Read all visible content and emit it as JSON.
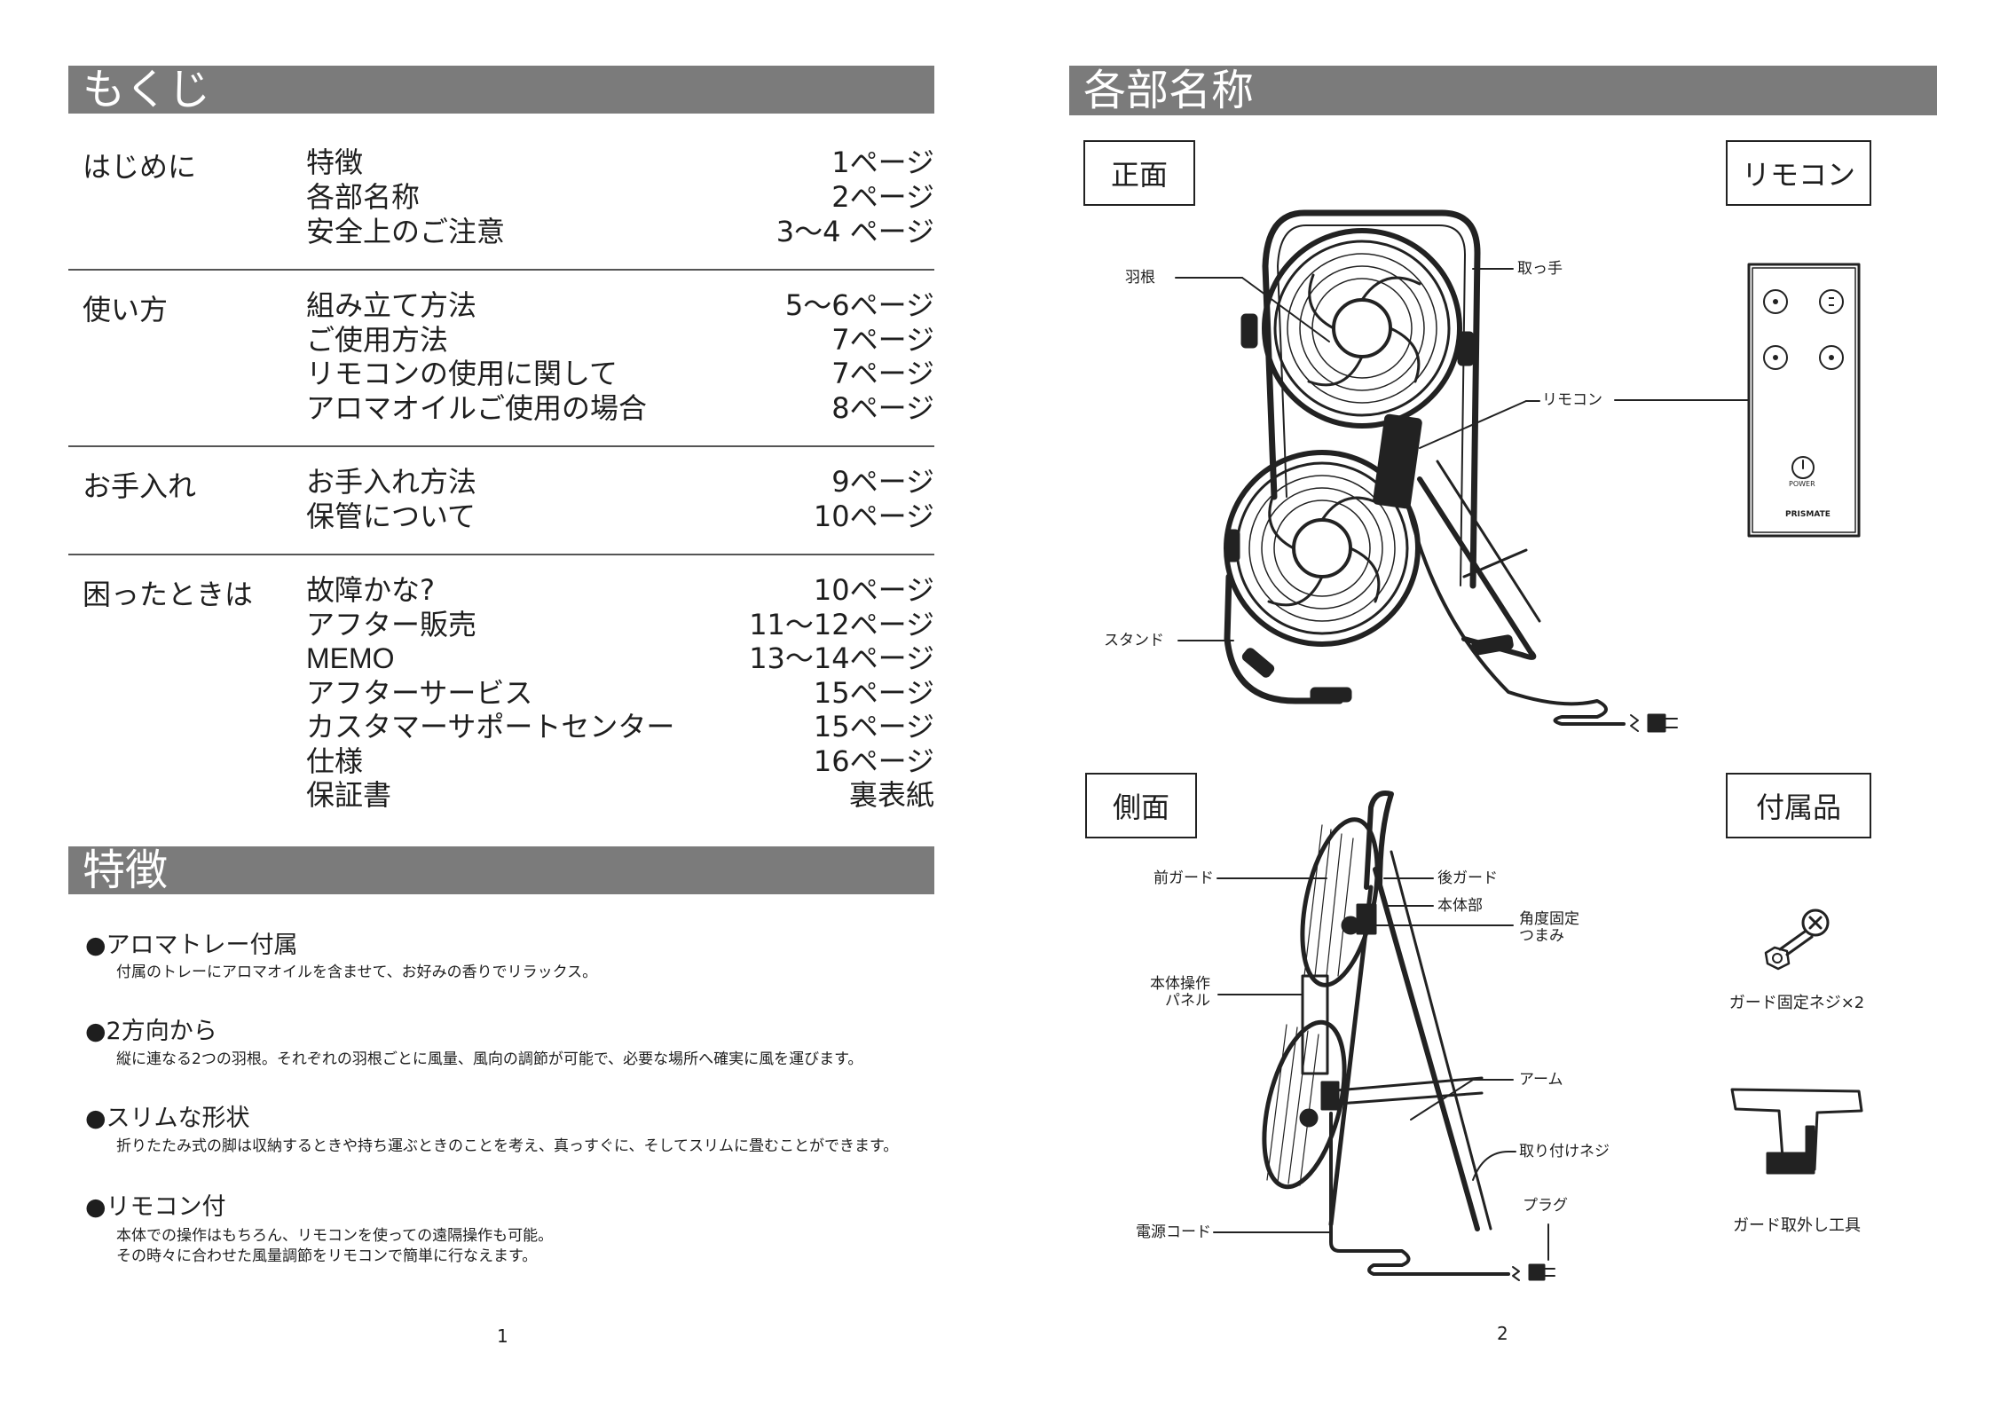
{
  "toc": {
    "title": "もくじ",
    "sections": [
      {
        "category": "はじめに",
        "items": [
          {
            "title": "特徴",
            "page": "1ページ"
          },
          {
            "title": "各部名称",
            "page": "2ページ"
          },
          {
            "title": "安全上のご注意",
            "page": "3〜4 ページ"
          }
        ]
      },
      {
        "category": "使い方",
        "items": [
          {
            "title": "組み立て方法",
            "page": "5〜6ページ"
          },
          {
            "title": "ご使用方法",
            "page": "7ページ"
          },
          {
            "title": "リモコンの使用に関して",
            "page": "7ページ"
          },
          {
            "title": "アロマオイルご使用の場合",
            "page": "8ページ"
          }
        ]
      },
      {
        "category": "お手入れ",
        "items": [
          {
            "title": "お手入れ方法",
            "page": "9ページ"
          },
          {
            "title": "保管について",
            "page": "10ページ"
          }
        ]
      },
      {
        "category": "困ったときは",
        "items": [
          {
            "title": "故障かな?",
            "page": "10ページ"
          },
          {
            "title": "アフター販売",
            "page": "11〜12ページ"
          },
          {
            "title": "MEMO",
            "page": "13〜14ページ"
          },
          {
            "title": "アフターサービス",
            "page": "15ページ"
          },
          {
            "title": "カスタマーサポートセンター",
            "page": "15ページ"
          },
          {
            "title": "仕様",
            "page": "16ページ"
          },
          {
            "title": "保証書",
            "page": "裏表紙"
          }
        ]
      }
    ]
  },
  "features": {
    "title": "特徴",
    "items": [
      {
        "heading": "●アロマトレー付属",
        "lines": [
          "付属のトレーにアロマオイルを含ませて、お好みの香りでリラックス。"
        ]
      },
      {
        "heading": "●2方向から",
        "lines": [
          "縦に連なる2つの羽根。それぞれの羽根ごとに風量、風向の調節が可能で、必要な場所へ確実に風を運びます。"
        ]
      },
      {
        "heading": "●スリムな形状",
        "lines": [
          "折りたたみ式の脚は収納するときや持ち運ぶときのことを考え、真っすぐに、そしてスリムに畳むことができます。"
        ]
      },
      {
        "heading": "●リモコン付",
        "lines": [
          "本体での操作はもちろん、リモコンを使っての遠隔操作も可能。",
          "その時々に合わせた風量調節をリモコンで簡単に行なえます。"
        ]
      }
    ]
  },
  "page_numbers": {
    "left": "1",
    "right": "2"
  },
  "parts": {
    "title": "各部名称",
    "front": {
      "label": "正面",
      "callouts": {
        "blade": "羽根",
        "handle": "取っ手",
        "remote": "リモコン",
        "stand": "スタンド"
      }
    },
    "remote_control": {
      "label": "リモコン",
      "power": "POWER",
      "brand": "PRISMATE"
    },
    "side": {
      "label": "側面",
      "callouts": {
        "front_guard": "前ガード",
        "rear_guard": "後ガード",
        "body": "本体部",
        "angle_knob": [
          "角度固定",
          "つまみ"
        ],
        "panel": [
          "本体操作",
          "パネル"
        ],
        "arm": "アーム",
        "screw": "取り付けネジ",
        "plug": "プラグ",
        "cord": "電源コード"
      }
    },
    "accessories": {
      "label": "付属品",
      "items": [
        "ガード固定ネジ×2",
        "ガード取外し工具"
      ]
    }
  },
  "colors": {
    "header_bar": "#7b7b7b",
    "ink": "#1e1e1e"
  }
}
